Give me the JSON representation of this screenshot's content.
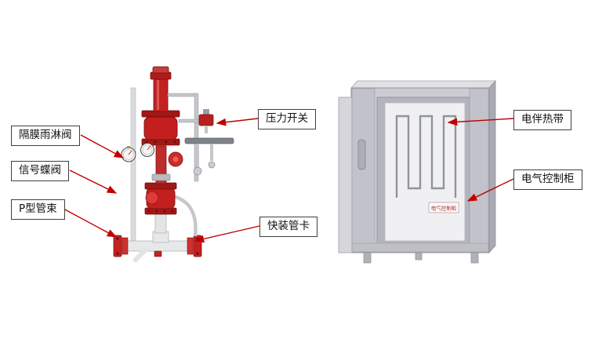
{
  "diagram": {
    "callouts": {
      "pressure_switch": "压力开关",
      "diaphragm_deluge_valve": "隔膜雨淋阀",
      "signal_butterfly_valve": "信号蝶阀",
      "p_type_pipe_bundle": "P型管束",
      "quick_install_pipe_clamp": "快装管卡",
      "electric_heat_tracing": "电伴热带",
      "electrical_control_cabinet": "电气控制柜"
    },
    "cabinet_nameplate": "电气控制柜",
    "colors": {
      "arrow_red": "#c00000",
      "equipment_red": "#c32222",
      "equipment_dark_red": "#a31717",
      "pipe_gray": "#c3c6ca",
      "cabinet_gray": "#ccccd3",
      "panel_white": "#f0f0f2",
      "label_border": "#404040"
    }
  }
}
